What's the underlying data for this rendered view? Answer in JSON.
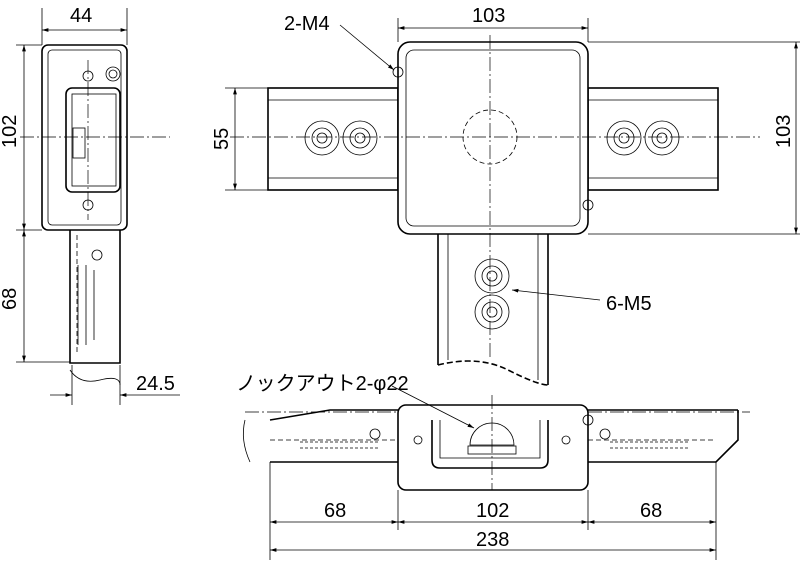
{
  "side_view": {
    "width_label": "44",
    "height_label": "102",
    "bracket_height_label": "68",
    "bracket_width_label": "24.5"
  },
  "top_view": {
    "screw_label": "2-M4",
    "width_label": "103",
    "rail_height_label": "55",
    "height_label": "103",
    "terminal_label": "6-M5"
  },
  "front_view": {
    "knockout_label": "ノックアウト2-φ22",
    "left_label": "68",
    "center_label": "102",
    "right_label": "68",
    "total_label": "238"
  }
}
